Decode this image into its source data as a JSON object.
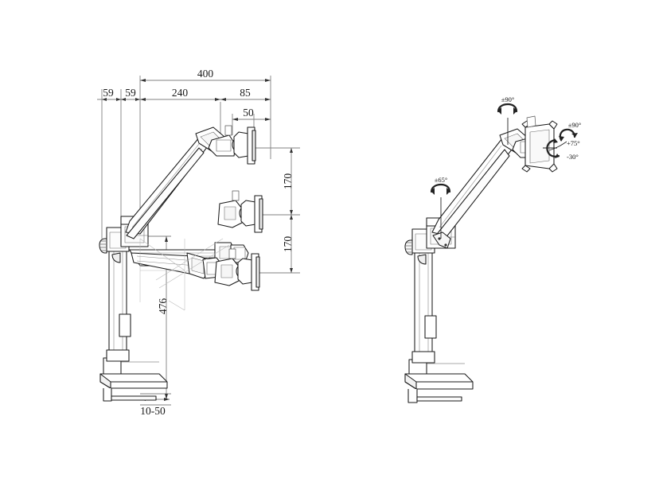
{
  "drawing": {
    "title": "Monitor arm mount technical drawing",
    "units": "mm",
    "background_color": "#ffffff",
    "line_color": "#1a1a1a",
    "dimension_line_color": "#808080"
  },
  "views": {
    "left": {
      "name": "side-elevation-with-dimensions",
      "dimensions": {
        "total_reach": "400",
        "base_offset_1": "59",
        "base_offset_2": "59",
        "arm_segment": "240",
        "head_segment": "85",
        "head_depth": "50",
        "height_upper": "170",
        "height_lower": "170",
        "pole_height": "476",
        "clamp_range": "10-50"
      }
    },
    "right": {
      "name": "perspective-with-rotation-angles",
      "angles": {
        "top_swivel": "±90°",
        "head_rotation": "±90°",
        "tilt_up": "+75°",
        "tilt_down": "-30°",
        "arm_swivel": "±65°"
      }
    }
  }
}
